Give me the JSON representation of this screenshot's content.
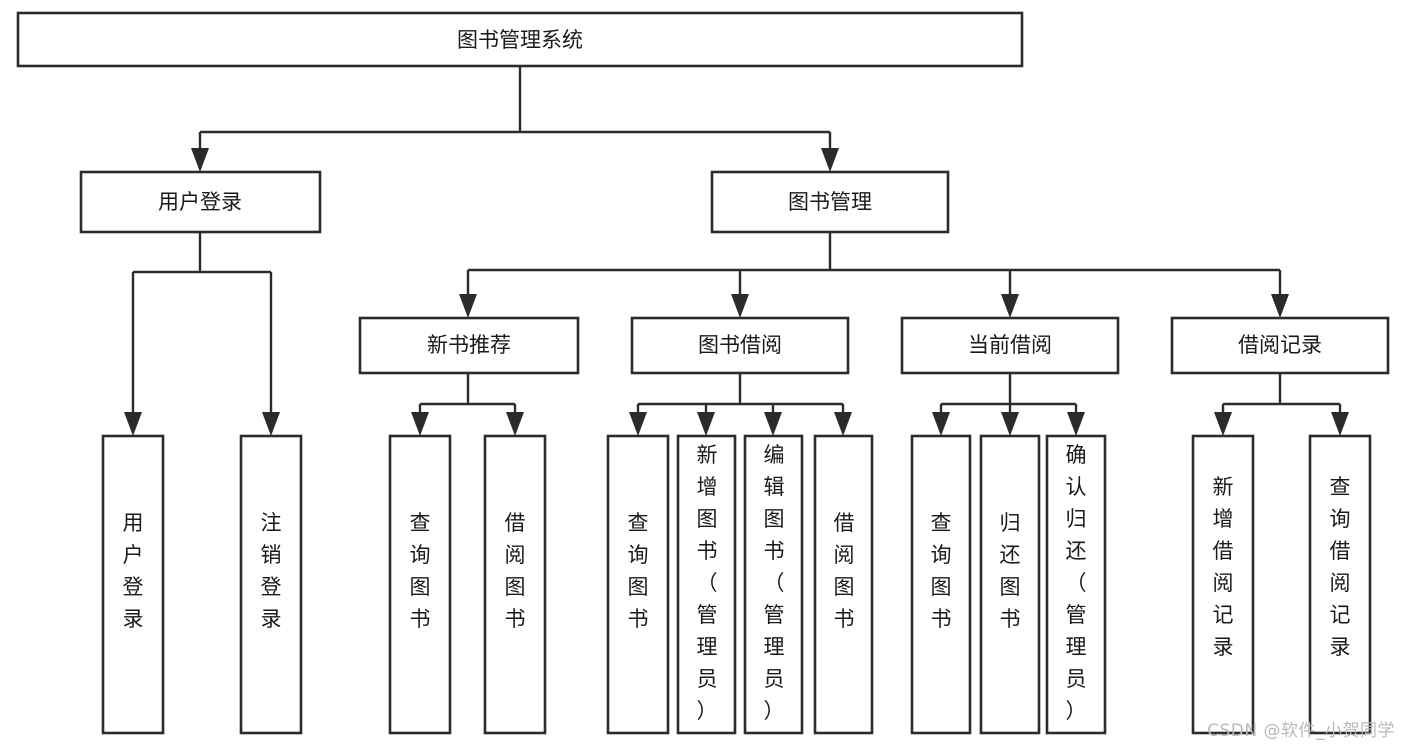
{
  "diagram": {
    "type": "tree",
    "title": "图书管理系统",
    "watermark": "CSDN @软件_小贺同学",
    "colors": {
      "background": "#ffffff",
      "box_fill": "#ffffff",
      "box_stroke": "#2b2b2b",
      "text": "#1a1a1a",
      "watermark": "#b9b9b9"
    },
    "levels": [
      {
        "level": 1,
        "orientation": "horizontal",
        "nodes": [
          {
            "id": "root",
            "label": "图书管理系统",
            "parent": null
          }
        ]
      },
      {
        "level": 2,
        "orientation": "horizontal",
        "nodes": [
          {
            "id": "user-login",
            "label": "用户登录",
            "parent": "root"
          },
          {
            "id": "book-manage",
            "label": "图书管理",
            "parent": "root"
          }
        ]
      },
      {
        "level": 3,
        "orientation": "horizontal",
        "nodes": [
          {
            "id": "new-book-rec",
            "label": "新书推荐",
            "parent": "book-manage"
          },
          {
            "id": "book-borrow",
            "label": "图书借阅",
            "parent": "book-manage"
          },
          {
            "id": "current-borrow",
            "label": "当前借阅",
            "parent": "book-manage"
          },
          {
            "id": "borrow-record",
            "label": "借阅记录",
            "parent": "book-manage"
          }
        ]
      },
      {
        "level": 4,
        "orientation": "vertical",
        "nodes": [
          {
            "id": "leaf-user-login",
            "label": "用户登录",
            "parent": "user-login"
          },
          {
            "id": "leaf-logout",
            "label": "注销登录",
            "parent": "user-login"
          },
          {
            "id": "leaf-query-book-1",
            "label": "查询图书",
            "parent": "new-book-rec"
          },
          {
            "id": "leaf-borrow-book-1",
            "label": "借阅图书",
            "parent": "new-book-rec"
          },
          {
            "id": "leaf-query-book-2",
            "label": "查询图书",
            "parent": "book-borrow"
          },
          {
            "id": "leaf-add-book",
            "label": "新增图书（管理员）",
            "parent": "book-borrow"
          },
          {
            "id": "leaf-edit-book",
            "label": "编辑图书（管理员）",
            "parent": "book-borrow"
          },
          {
            "id": "leaf-borrow-book-2",
            "label": "借阅图书",
            "parent": "book-borrow"
          },
          {
            "id": "leaf-query-book-3",
            "label": "查询图书",
            "parent": "current-borrow"
          },
          {
            "id": "leaf-return-book",
            "label": "归还图书",
            "parent": "current-borrow"
          },
          {
            "id": "leaf-confirm-return",
            "label": "确认归还（管理员）",
            "parent": "current-borrow"
          },
          {
            "id": "leaf-add-record",
            "label": "新增借阅记录",
            "parent": "borrow-record"
          },
          {
            "id": "leaf-query-record",
            "label": "查询借阅记录",
            "parent": "borrow-record"
          }
        ]
      }
    ]
  }
}
